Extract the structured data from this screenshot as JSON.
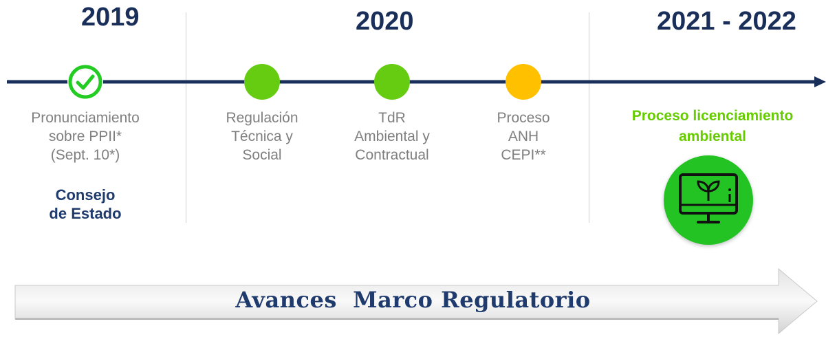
{
  "years": [
    "2019",
    "2020",
    "2021 - 2022"
  ],
  "colors": {
    "timeline": "#1a2e5a",
    "completed": "#66cc11",
    "in_progress": "#ffc000",
    "accent_green": "#66cc00",
    "heading_blue": "#1f3a6d",
    "muted_text": "#7f7f7f"
  },
  "milestones": [
    {
      "status": "completed-check",
      "lines": [
        "Pronunciamiento",
        "sobre PPII*",
        "(Sept. 10*)"
      ],
      "entity": [
        "Consejo",
        "de Estado"
      ]
    },
    {
      "status": "completed",
      "lines": [
        "Regulación",
        "Técnica y",
        "Social"
      ]
    },
    {
      "status": "completed",
      "lines": [
        "TdR",
        "Ambiental y",
        "Contractual"
      ]
    },
    {
      "status": "in-progress",
      "lines": [
        "Proceso",
        "ANH",
        "CEPI**"
      ]
    }
  ],
  "future": {
    "title_lines": [
      "Proceso licenciamiento",
      "ambiental"
    ],
    "icon": "monitor-plant-icon"
  },
  "banner": {
    "text": "Avances  Marco Regulatorio",
    "icon": "arrow-right-icon"
  }
}
